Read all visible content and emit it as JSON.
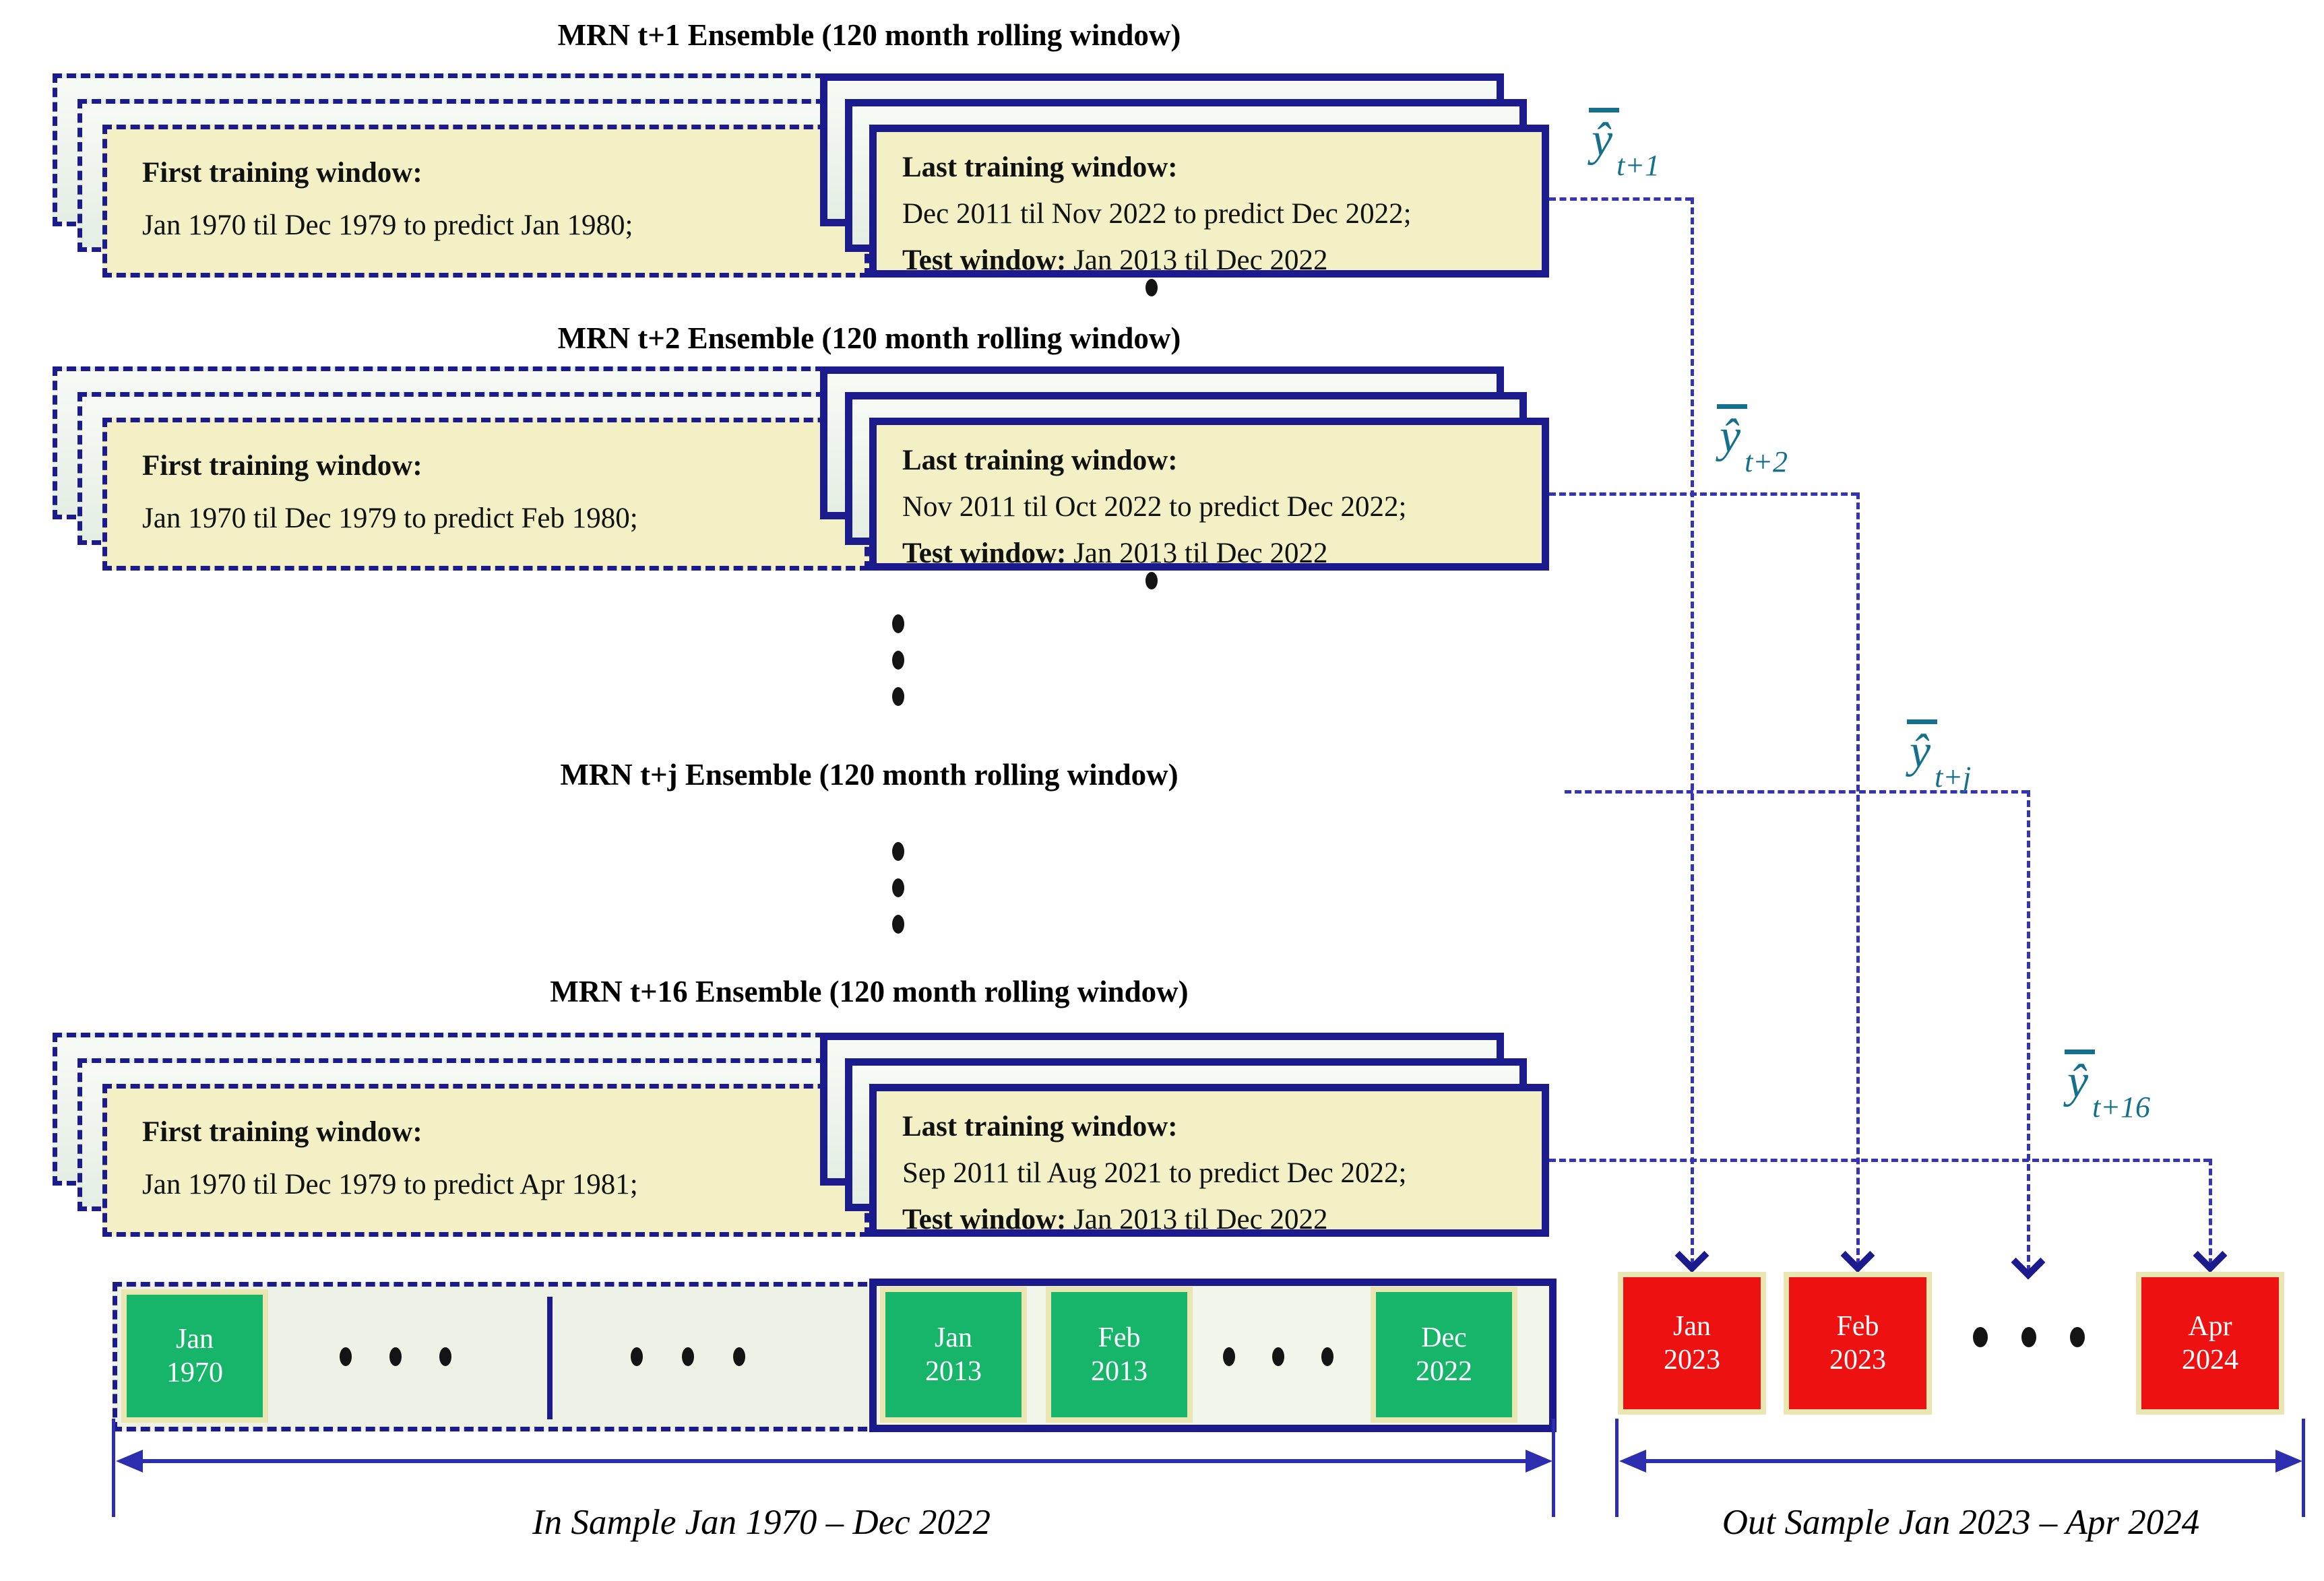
{
  "ensembles": [
    {
      "title": "MRN t+1 Ensemble (120 month rolling window)",
      "first_window": {
        "heading": "First training window:",
        "detail": "Jan 1970 til Dec 1979 to predict Jan 1980;"
      },
      "last_window": {
        "heading": "Last training window:",
        "detail": "Dec 2011 til Nov 2022 to predict Dec 2022;",
        "test_heading": "Test window:",
        "test_detail": " Jan 2013 til Dec 2022"
      },
      "yhat_subscript": "t+1"
    },
    {
      "title": "MRN t+2 Ensemble (120 month rolling window)",
      "first_window": {
        "heading": "First training window:",
        "detail": "Jan 1970 til Dec 1979 to predict Feb 1980;"
      },
      "last_window": {
        "heading": "Last training window:",
        "detail": "Nov 2011 til Oct 2022 to predict Dec 2022;",
        "test_heading": "Test window:",
        "test_detail": " Jan 2013 til Dec 2022"
      },
      "yhat_subscript": "t+2"
    },
    {
      "title": "MRN t+16 Ensemble (120 month rolling window)",
      "first_window": {
        "heading": "First training window:",
        "detail": "Jan 1970  til Dec 1979 to predict Apr 1981;"
      },
      "last_window": {
        "heading": "Last training window:",
        "detail": "Sep 2011 til Aug 2021 to predict Dec 2022;",
        "test_heading": "Test window:",
        "test_detail": " Jan 2013 til Dec 2022"
      },
      "yhat_subscript": "t+16"
    }
  ],
  "middle_ensemble": {
    "title": "MRN t+j Ensemble (120 month rolling window)",
    "yhat_subscript": "t+j"
  },
  "yhat": {
    "symbol": "ŷ"
  },
  "timeline": {
    "in_sample": {
      "first_month": {
        "month": "Jan",
        "year": "1970"
      },
      "test_months": [
        {
          "month": "Jan",
          "year": "2013"
        },
        {
          "month": "Feb",
          "year": "2013"
        },
        {
          "month": "Dec",
          "year": "2022"
        }
      ],
      "label": "In Sample Jan 1970 – Dec 2022"
    },
    "out_sample": {
      "months": [
        {
          "month": "Jan",
          "year": "2023"
        },
        {
          "month": "Feb",
          "year": "2023"
        },
        {
          "month": "Apr",
          "year": "2024"
        }
      ],
      "label": "Out Sample Jan 2023 – Apr 2024"
    }
  },
  "colors": {
    "navy_border": "#1b1b8e",
    "dashed_connector": "#3434b4",
    "panel_yellow": "#f2f0c4",
    "back_box_green": "#e4eee3",
    "month_green": "#17b569",
    "out_sample_red": "#ee1111",
    "cream_border": "#e9e6b2",
    "yhat_teal": "#15708e"
  }
}
